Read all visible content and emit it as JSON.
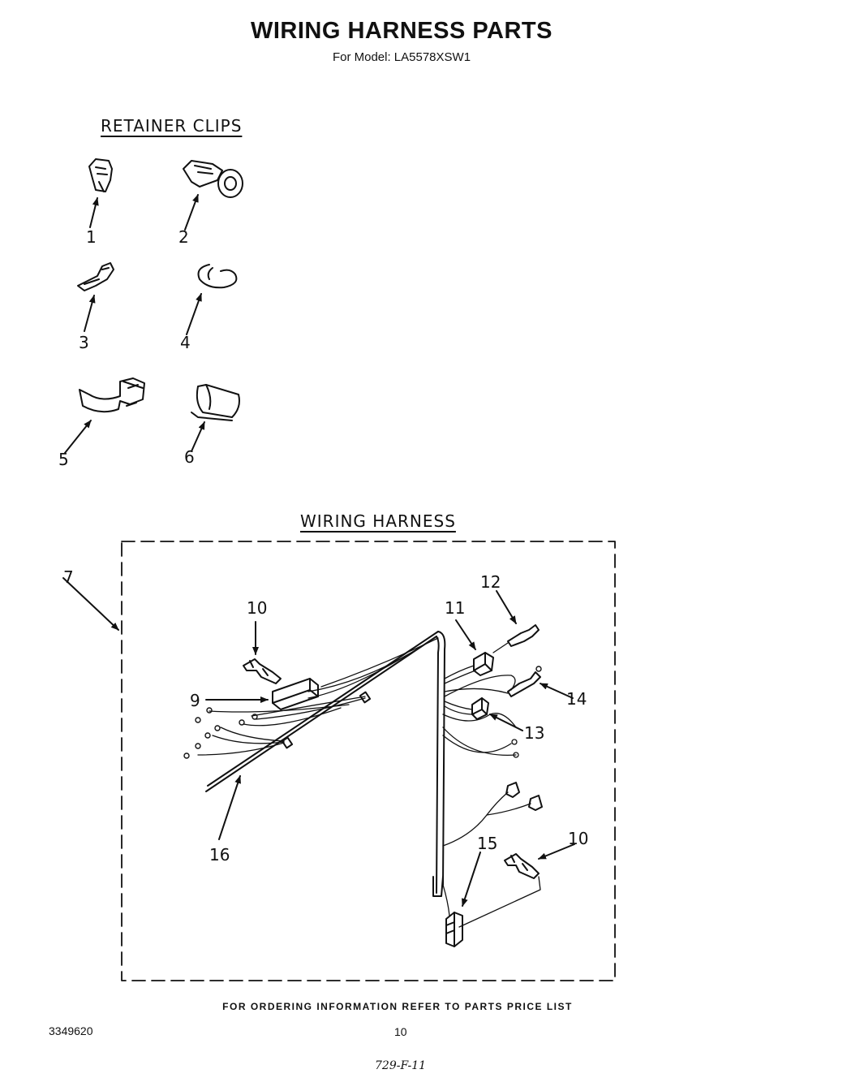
{
  "header": {
    "title": "WIRING HARNESS PARTS",
    "model_line": "For Model: LA5578XSW1"
  },
  "sections": {
    "retainer_clips": "RETAINER CLIPS",
    "wiring_harness": "WIRING HARNESS"
  },
  "callouts": {
    "c1": "1",
    "c2": "2",
    "c3": "3",
    "c4": "4",
    "c5": "5",
    "c6": "6",
    "c7": "7",
    "c9": "9",
    "c10a": "10",
    "c10b": "10",
    "c11": "11",
    "c12": "12",
    "c13": "13",
    "c14": "14",
    "c15": "15",
    "c16": "16"
  },
  "footer": {
    "ordering_note": "FOR ORDERING INFORMATION REFER TO PARTS PRICE LIST",
    "doc_number": "3349620",
    "page_number": "10",
    "handwritten": "729-F-11"
  }
}
